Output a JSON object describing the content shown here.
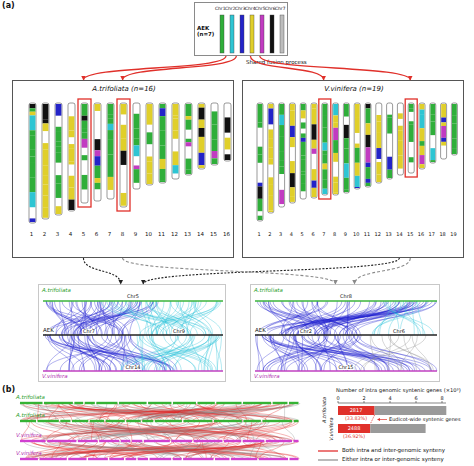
{
  "diagram": {
    "nodes": [
      {
        "text": [
          "AEK (n=7)",
          "Chr1",
          "Chr2",
          "Chr3",
          "Chr4",
          "Chr5",
          "Chr6",
          "Chr7"
        ]
      },
      {
        "text": [
          "A.trifoliata (n=16)"
        ]
      },
      {
        "text": [
          "V.vinifera (n=19)"
        ]
      },
      {
        "text": [
          "A.trifoliata",
          "Chr5",
          "AEK",
          "Chr7",
          "Chr9",
          "V.vinifera",
          "Chr14"
        ]
      },
      {
        "text": [
          "A.trifoliata",
          "Chr8",
          "AEK",
          "Chr2",
          "Chr6",
          "V.vinifera",
          "Chr15"
        ]
      }
    ],
    "edges": [
      {
        "from": 0,
        "to": 1,
        "arrow": "to"
      },
      {
        "from": 0,
        "to": 1,
        "arrow": "to"
      },
      {
        "from": 0,
        "to": 2,
        "arrow": "to"
      },
      {
        "from": 0,
        "to": 2,
        "arrow": "to"
      },
      {
        "from": 1,
        "to": 3,
        "arrow": "to"
      },
      {
        "from": 2,
        "to": 3,
        "arrow": "to"
      },
      {
        "from": 1,
        "to": 4,
        "arrow": "to"
      },
      {
        "from": 2,
        "to": 4,
        "arrow": "to"
      }
    ],
    "labels": [
      "(a)",
      "Shared fusion process",
      "1",
      "2",
      "3",
      "4",
      "5",
      "6",
      "7",
      "8",
      "9",
      "10",
      "11",
      "12",
      "13",
      "14",
      "15",
      "16",
      "1",
      "2",
      "3",
      "4",
      "5",
      "6",
      "7",
      "8",
      "9",
      "10",
      "11",
      "12",
      "13",
      "14",
      "15",
      "16",
      "17",
      "18",
      "19",
      "(b)",
      "A.trifoliata",
      "A.trifoliata",
      "V.vinifera",
      "V.vinifera",
      "Number of intra genomic syntenic genes (×10³)",
      "A.trifoliata",
      "V.vinifera",
      "0",
      "2",
      "4",
      "6",
      "8",
      "2817",
      "(33.83%)",
      "2488",
      "(36.92%)",
      "Eudicot-wide syntenic genes"
    ],
    "legend": [
      {
        "text": "Both intra and inter-genomic synteny"
      },
      {
        "text": "Either intra or inter-genomic synteny"
      }
    ]
  }
}
